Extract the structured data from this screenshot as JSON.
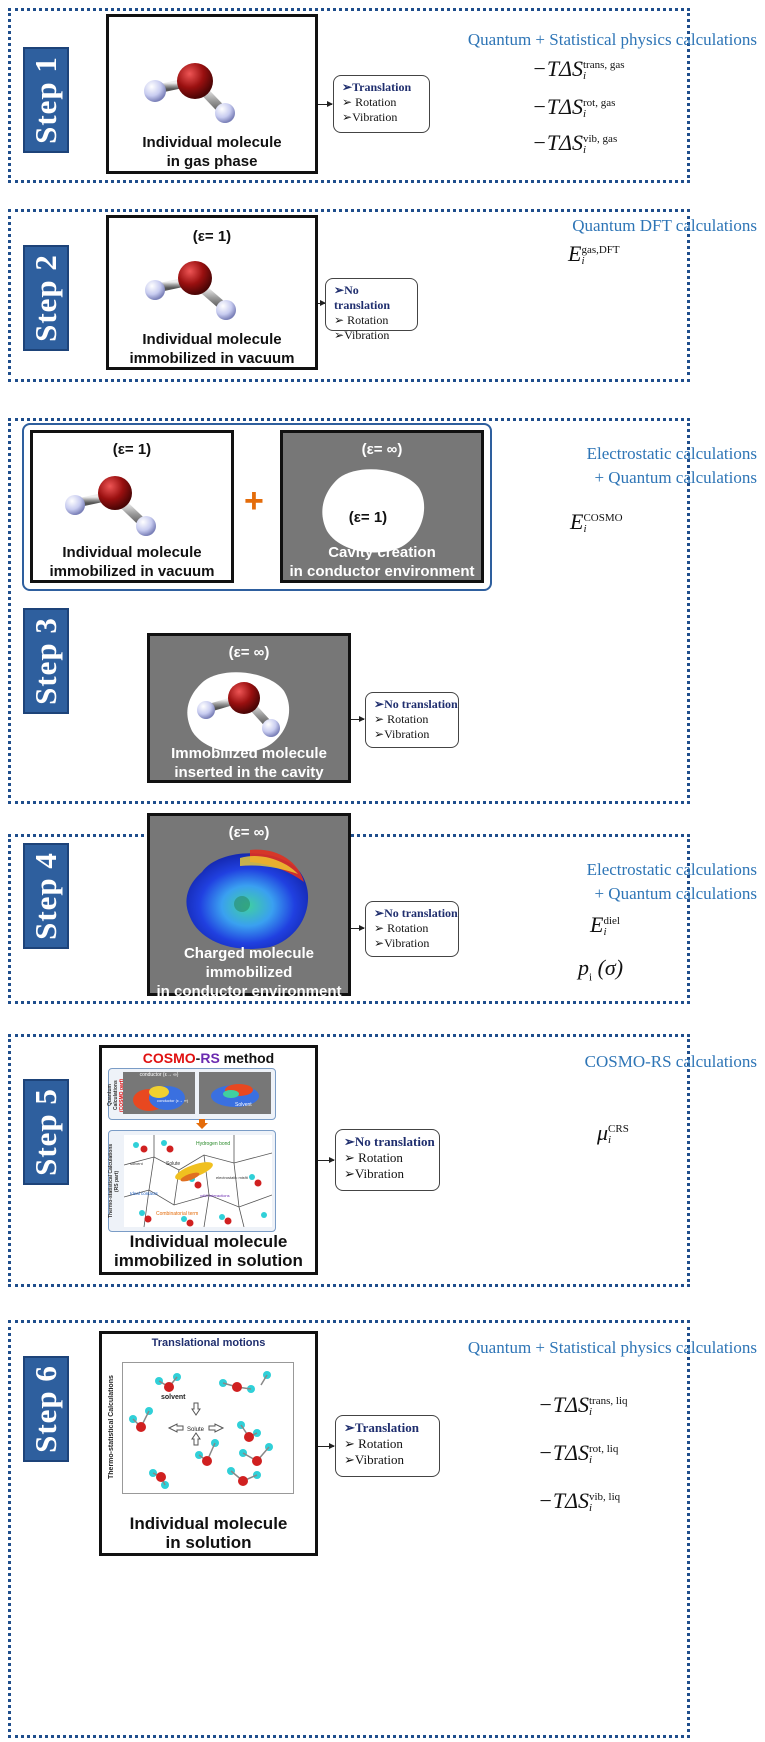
{
  "colors": {
    "step_bg": "#2e5f9e",
    "calc_text": "#2e75b6",
    "dash": "#1f4e8c",
    "arrow_blue": "#2e5f9e",
    "arrow_orange": "#e46c0a"
  },
  "steps": [
    {
      "label": "Step 1",
      "calc": [
        "Quantum + Statistical physics calculations"
      ],
      "caption": [
        "Individual molecule",
        "in gas phase"
      ],
      "motion": [
        "Translation",
        "Rotation",
        "Vibration"
      ],
      "eqs": [
        {
          "base": "−TΔS",
          "sub": "i",
          "sup": "trans, gas"
        },
        {
          "base": "−TΔS",
          "sub": "i",
          "sup": "rot, gas"
        },
        {
          "base": "−TΔS",
          "sub": "i",
          "sup": "vib, gas"
        }
      ]
    },
    {
      "label": "Step 2",
      "calc": [
        "Quantum DFT calculations"
      ],
      "eps": "(ε= 1)",
      "caption": [
        "Individual molecule",
        "immobilized in vacuum"
      ],
      "motion": [
        "No translation",
        "Rotation",
        "Vibration"
      ],
      "eqs": [
        {
          "base": "E",
          "sub": "i",
          "sup": "gas,DFT"
        }
      ]
    },
    {
      "label": "Step 3",
      "calc": [
        "Electrostatic calculations",
        "+ Quantum calculations"
      ],
      "left_eps": "(ε= 1)",
      "left_caption": [
        "Individual molecule",
        "immobilized in vacuum"
      ],
      "right_eps": "(ε= ∞)",
      "right_inner_eps": "(ε= 1)",
      "right_caption": [
        "Cavity creation",
        "in conductor environment"
      ],
      "plus": "+",
      "eps": "(ε= ∞)",
      "caption": [
        "Immobilized molecule",
        "inserted in the cavity"
      ],
      "motion": [
        "No translation",
        "Rotation",
        "Vibration"
      ],
      "eqs": [
        {
          "base": "E",
          "sub": "i",
          "sup": "COSMO"
        }
      ]
    },
    {
      "label": "Step 4",
      "calc": [
        "Electrostatic calculations",
        "+ Quantum calculations"
      ],
      "eps": "(ε= ∞)",
      "caption": [
        "Charged molecule",
        "immobilized",
        "in conductor environment"
      ],
      "motion": [
        "No translation",
        "Rotation",
        "Vibration"
      ],
      "eqs": [
        {
          "base": "E",
          "sub": "i",
          "sup": "diel"
        },
        {
          "base": "p",
          "sub": "i",
          "sup": "",
          "tail": " (σ)"
        }
      ]
    },
    {
      "label": "Step 5",
      "calc": [
        "COSMO-RS calculations"
      ],
      "method_title": [
        "COSMO",
        "-",
        "RS",
        " method"
      ],
      "quantum_label": [
        "Quantum",
        "Calculations",
        "(COSMO part)"
      ],
      "thermo_label": [
        "Thermo-statistical",
        "Calculations (RS part)"
      ],
      "mini_labels": [
        "conductor (ε→ ∞)",
        "conductor (ε→ ∞)",
        "Solvent"
      ],
      "inner_labels": [
        "Hydrogen bond",
        "solvent",
        "Solute",
        "electrostatic misfit",
        "Ideal contacts",
        "vdW interactions",
        "Combinatorial term"
      ],
      "caption": [
        "Individual molecule",
        "immobilized in solution"
      ],
      "motion": [
        "No translation",
        "Rotation",
        "Vibration"
      ],
      "eqs": [
        {
          "base": "μ",
          "sub": "i",
          "sup": "CRS"
        }
      ]
    },
    {
      "label": "Step 6",
      "calc": [
        "Quantum + Statistical physics calculations"
      ],
      "panel_title": "Translational motions",
      "side_label": "Thermo-statistical Calculations",
      "solvent_label": "solvent",
      "solute_label": "Solute",
      "caption": [
        "Individual molecule",
        "in solution"
      ],
      "motion": [
        "Translation",
        "Rotation",
        "Vibration"
      ],
      "eqs": [
        {
          "base": "−TΔS",
          "sub": "i",
          "sup": "trans, liq"
        },
        {
          "base": "−TΔS",
          "sub": "i",
          "sup": "rot, liq"
        },
        {
          "base": "−TΔS",
          "sub": "i",
          "sup": "vib, liq"
        }
      ]
    }
  ]
}
